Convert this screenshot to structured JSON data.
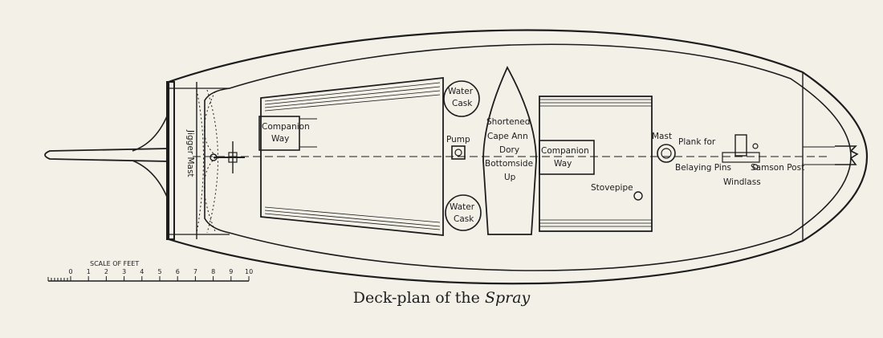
{
  "caption": {
    "prefix": "Deck-plan of the ",
    "ship": "Spray"
  },
  "labels": {
    "water_cask_top": [
      "Water",
      "Cask"
    ],
    "water_cask_bottom": [
      "Water",
      "Cask"
    ],
    "companion_aft": [
      "Companion",
      "Way"
    ],
    "companion_fwd": [
      "Companion",
      "Way"
    ],
    "pump": "Pump",
    "dory": [
      "Shortened",
      "Cape Ann",
      "Dory",
      "Bottomside",
      "Up"
    ],
    "stovepipe": "Stovepipe",
    "mast": "Mast",
    "plank_for": "Plank for",
    "belaying_pins": "Belaying Pins",
    "samson_post": "Samson Post",
    "windlass": "Windlass",
    "jigger_mast": "Jigger Mast"
  },
  "scale": {
    "title": "SCALE OF FEET",
    "ticks": [
      "0",
      "1",
      "2",
      "3",
      "4",
      "5",
      "6",
      "7",
      "8",
      "9",
      "10"
    ]
  },
  "colors": {
    "ink": "#1d1d1d",
    "paper": "#f3f0e8"
  }
}
